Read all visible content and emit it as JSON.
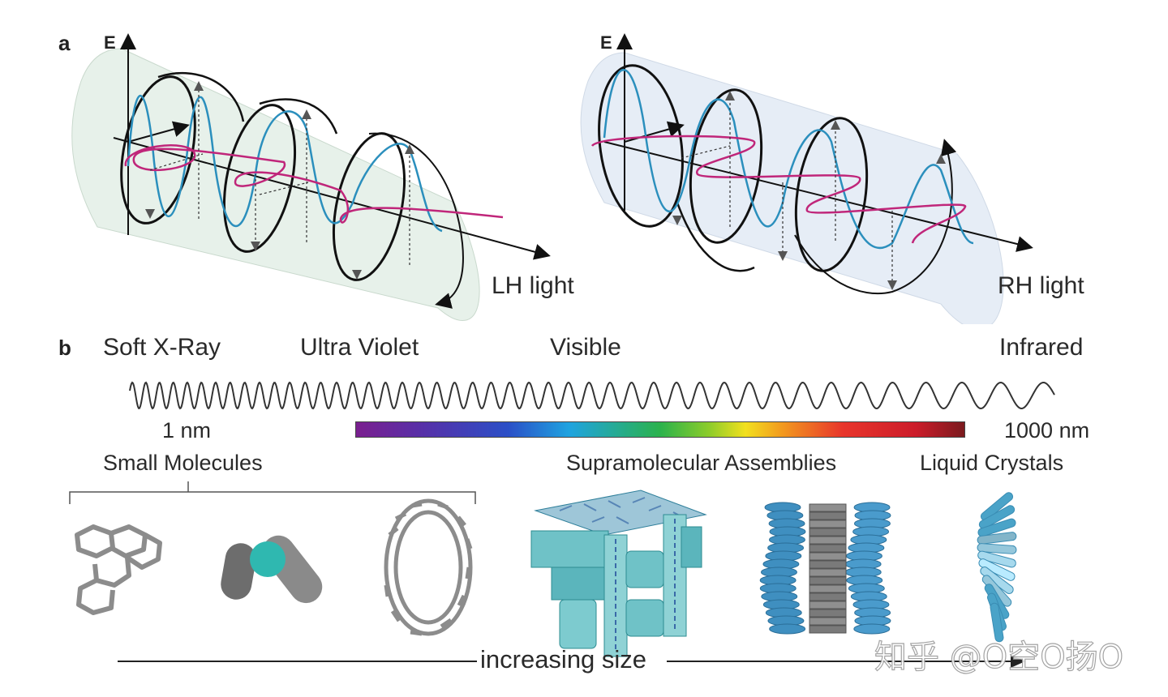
{
  "panel_a": {
    "letter": "a",
    "left": {
      "axis_label": "E",
      "caption": "LH light",
      "cylinder_color": "#e7f1ea"
    },
    "right": {
      "axis_label": "E",
      "caption": "RH light",
      "cylinder_color": "#e6edf6"
    },
    "colors": {
      "e_field_wave": "#2b8fbd",
      "b_field_helix": "#c0267a",
      "rotation_circles": "#111111"
    }
  },
  "panel_b": {
    "letter": "b",
    "regions": [
      "Soft X-Ray",
      "Ultra Violet",
      "Visible",
      "Infrared"
    ],
    "scale_start": "1 nm",
    "scale_end": "1000 nm",
    "categories": [
      "Small Molecules",
      "Supramolecular Assemblies",
      "Liquid Crystals"
    ],
    "size_arrow_label": "increasing size",
    "structures": [
      "helicene-molecule",
      "axial-chiral-molecule",
      "nanohoop-molecule",
      "supramolecular-scaffold",
      "columnar-stack",
      "helical-liquid-crystal"
    ]
  },
  "watermark": "知乎 @O空O扬O"
}
